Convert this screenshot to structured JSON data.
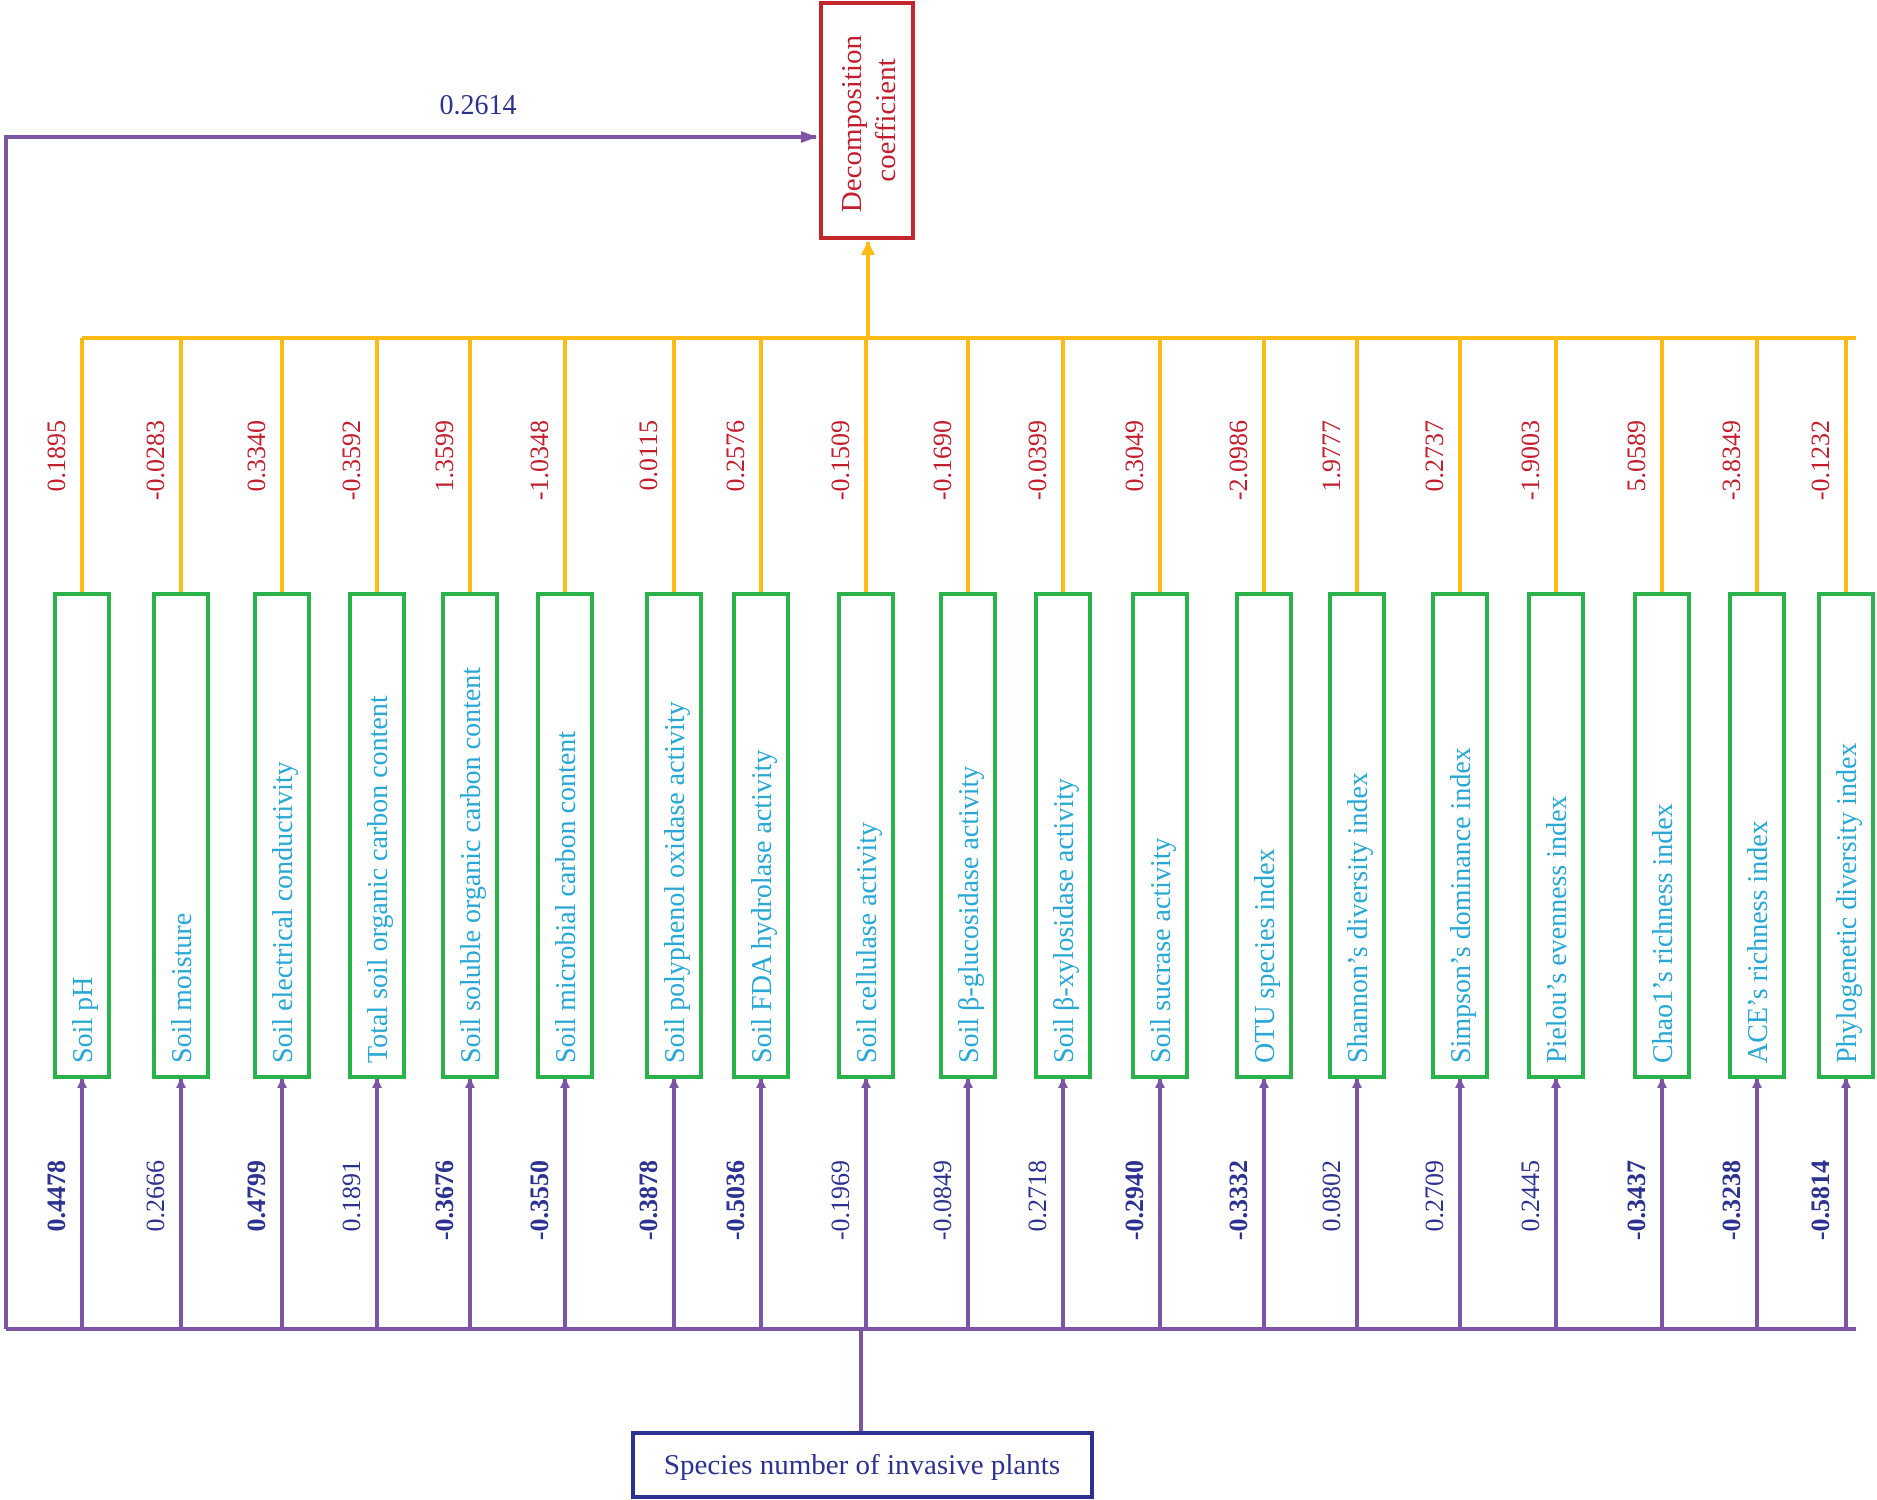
{
  "target": {
    "label": "Decomposition coefficient"
  },
  "source": {
    "label": "Species number of invasive plants"
  },
  "direct_path": {
    "value": "0.2614"
  },
  "mediators": [
    {
      "label": "Soil pH",
      "to_target": "0.1895",
      "from_source": "0.4478",
      "from_source_bold": true
    },
    {
      "label": "Soil moisture",
      "to_target": "-0.0283",
      "from_source": "0.2666",
      "from_source_bold": false
    },
    {
      "label": "Soil electrical conductivity",
      "to_target": "0.3340",
      "from_source": "0.4799",
      "from_source_bold": true
    },
    {
      "label": "Total soil organic carbon content",
      "to_target": "-0.3592",
      "from_source": "0.1891",
      "from_source_bold": false
    },
    {
      "label": "Soil soluble organic carbon content",
      "to_target": "1.3599",
      "from_source": "-0.3676",
      "from_source_bold": true
    },
    {
      "label": "Soil microbial carbon content",
      "to_target": "-1.0348",
      "from_source": "-0.3550",
      "from_source_bold": true
    },
    {
      "label": "Soil polyphenol oxidase activity",
      "to_target": "0.0115",
      "from_source": "-0.3878",
      "from_source_bold": true
    },
    {
      "label": "Soil FDA hydrolase activity",
      "to_target": "0.2576",
      "from_source": "-0.5036",
      "from_source_bold": true
    },
    {
      "label": "Soil cellulase activity",
      "to_target": "-0.1509",
      "from_source": "-0.1969",
      "from_source_bold": false
    },
    {
      "label": "Soil β-glucosidase activity",
      "to_target": "-0.1690",
      "from_source": "-0.0849",
      "from_source_bold": false
    },
    {
      "label": "Soil β-xylosidase activity",
      "to_target": "-0.0399",
      "from_source": "0.2718",
      "from_source_bold": false
    },
    {
      "label": "Soil sucrase activity",
      "to_target": "0.3049",
      "from_source": "-0.2940",
      "from_source_bold": true
    },
    {
      "label": "OTU species index",
      "to_target": "-2.0986",
      "from_source": "-0.3332",
      "from_source_bold": true
    },
    {
      "label": "Shannon’s diversity index",
      "to_target": "1.9777",
      "from_source": "0.0802",
      "from_source_bold": false
    },
    {
      "label": "Simpson’s dominance index",
      "to_target": "0.2737",
      "from_source": "0.2709",
      "from_source_bold": false
    },
    {
      "label": "Pielou’s evenness index",
      "to_target": "-1.9003",
      "from_source": "0.2445",
      "from_source_bold": false
    },
    {
      "label": "Chao1’s richness index",
      "to_target": "5.0589",
      "from_source": "-0.3437",
      "from_source_bold": true
    },
    {
      "label": "ACE’s richness index",
      "to_target": "-3.8349",
      "from_source": "-0.3238",
      "from_source_bold": true
    },
    {
      "label": "Phylogenetic diversity index",
      "to_target": "-0.1232",
      "from_source": "-0.5814",
      "from_source_bold": true
    }
  ],
  "colors": {
    "target_border": "#c1272d",
    "target_text": "#c21e2d",
    "source_border": "#2e3192",
    "source_text": "#2d3291",
    "mediator_border": "#2ab34a",
    "mediator_text": "#29a8d6",
    "upper_lines": "#fbbc16",
    "lower_lines": "#7d55a5",
    "upper_coef_text": "#c21e2d",
    "lower_coef_text": "#2d3291"
  }
}
